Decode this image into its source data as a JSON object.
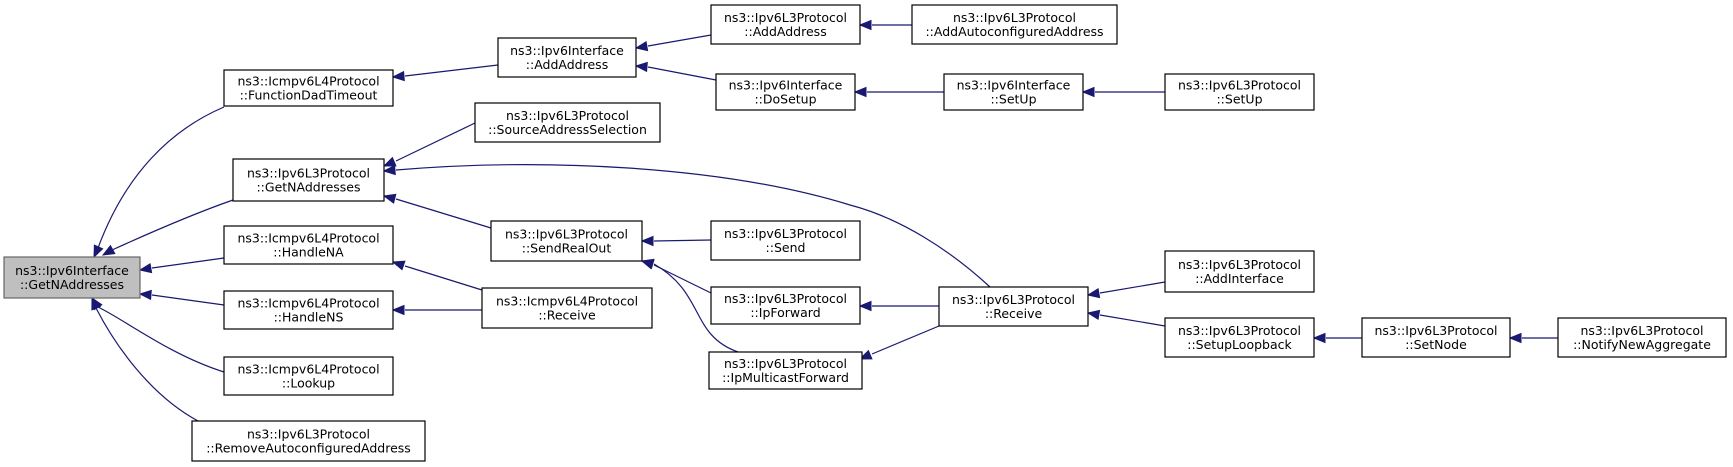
{
  "graph": {
    "nodes": [
      {
        "id": "root",
        "lines": [
          "ns3::Ipv6Interface",
          "::GetNAddresses"
        ],
        "root": true
      },
      {
        "id": "fdt",
        "lines": [
          "ns3::Icmpv6L4Protocol",
          "::FunctionDadTimeout"
        ]
      },
      {
        "id": "gna",
        "lines": [
          "ns3::Ipv6L3Protocol",
          "::GetNAddresses"
        ]
      },
      {
        "id": "hna",
        "lines": [
          "ns3::Icmpv6L4Protocol",
          "::HandleNA"
        ]
      },
      {
        "id": "hns",
        "lines": [
          "ns3::Icmpv6L4Protocol",
          "::HandleNS"
        ]
      },
      {
        "id": "lookup",
        "lines": [
          "ns3::Icmpv6L4Protocol",
          "::Lookup"
        ]
      },
      {
        "id": "rac",
        "lines": [
          "ns3::Ipv6L3Protocol",
          "::RemoveAutoconfiguredAddress"
        ]
      },
      {
        "id": "iaa",
        "lines": [
          "ns3::Ipv6Interface",
          "::AddAddress"
        ]
      },
      {
        "id": "sas",
        "lines": [
          "ns3::Ipv6L3Protocol",
          "::SourceAddressSelection"
        ]
      },
      {
        "id": "sro",
        "lines": [
          "ns3::Ipv6L3Protocol",
          "::SendRealOut"
        ]
      },
      {
        "id": "irc",
        "lines": [
          "ns3::Icmpv6L4Protocol",
          "::Receive"
        ]
      },
      {
        "id": "l3aa",
        "lines": [
          "ns3::Ipv6L3Protocol",
          "::AddAddress"
        ]
      },
      {
        "id": "ids",
        "lines": [
          "ns3::Ipv6Interface",
          "::DoSetup"
        ]
      },
      {
        "id": "send",
        "lines": [
          "ns3::Ipv6L3Protocol",
          "::Send"
        ]
      },
      {
        "id": "ipf",
        "lines": [
          "ns3::Ipv6L3Protocol",
          "::IpForward"
        ]
      },
      {
        "id": "imf",
        "lines": [
          "ns3::Ipv6L3Protocol",
          "::IpMulticastForward"
        ]
      },
      {
        "id": "aaa",
        "lines": [
          "ns3::Ipv6L3Protocol",
          "::AddAutoconfiguredAddress"
        ]
      },
      {
        "id": "isu",
        "lines": [
          "ns3::Ipv6Interface",
          "::SetUp"
        ]
      },
      {
        "id": "recv",
        "lines": [
          "ns3::Ipv6L3Protocol",
          "::Receive"
        ]
      },
      {
        "id": "lsu",
        "lines": [
          "ns3::Ipv6L3Protocol",
          "::SetUp"
        ]
      },
      {
        "id": "ai",
        "lines": [
          "ns3::Ipv6L3Protocol",
          "::AddInterface"
        ]
      },
      {
        "id": "slb",
        "lines": [
          "ns3::Ipv6L3Protocol",
          "::SetupLoopback"
        ]
      },
      {
        "id": "sn",
        "lines": [
          "ns3::Ipv6L3Protocol",
          "::SetNode"
        ]
      },
      {
        "id": "nna",
        "lines": [
          "ns3::Ipv6L3Protocol",
          "::NotifyNewAggregate"
        ]
      }
    ],
    "edges": [
      {
        "from": "fdt",
        "to": "root"
      },
      {
        "from": "gna",
        "to": "root"
      },
      {
        "from": "hna",
        "to": "root"
      },
      {
        "from": "hns",
        "to": "root"
      },
      {
        "from": "lookup",
        "to": "root"
      },
      {
        "from": "rac",
        "to": "root"
      },
      {
        "from": "iaa",
        "to": "fdt"
      },
      {
        "from": "sas",
        "to": "gna"
      },
      {
        "from": "recv",
        "to": "gna"
      },
      {
        "from": "sro",
        "to": "gna"
      },
      {
        "from": "irc",
        "to": "hna"
      },
      {
        "from": "irc",
        "to": "hns"
      },
      {
        "from": "l3aa",
        "to": "iaa"
      },
      {
        "from": "ids",
        "to": "iaa"
      },
      {
        "from": "send",
        "to": "sro"
      },
      {
        "from": "ipf",
        "to": "sro"
      },
      {
        "from": "imf",
        "to": "sro"
      },
      {
        "from": "aaa",
        "to": "l3aa"
      },
      {
        "from": "isu",
        "to": "ids"
      },
      {
        "from": "lsu",
        "to": "isu"
      },
      {
        "from": "recv",
        "to": "ipf"
      },
      {
        "from": "recv",
        "to": "imf"
      },
      {
        "from": "ai",
        "to": "recv"
      },
      {
        "from": "slb",
        "to": "recv"
      },
      {
        "from": "sn",
        "to": "slb"
      },
      {
        "from": "nna",
        "to": "sn"
      }
    ]
  }
}
